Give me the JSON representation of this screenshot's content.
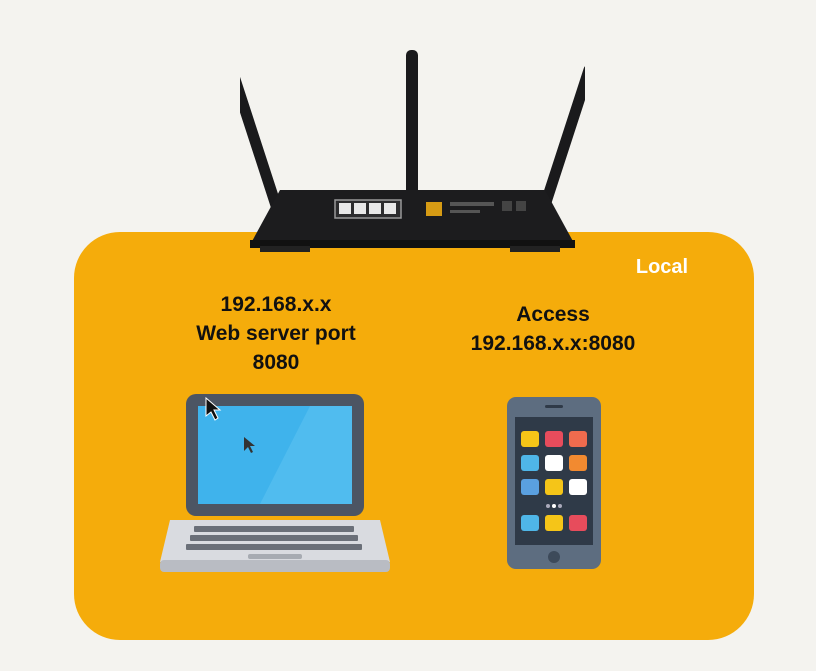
{
  "network": {
    "zone_label": "Local",
    "server": {
      "ip": "192.168.x.x",
      "description": "Web server port",
      "port": "8080"
    },
    "client": {
      "action": "Access",
      "address": "192.168.x.x:8080"
    }
  },
  "colors": {
    "background": "#f4f3ef",
    "local_zone": "#f5ac0b",
    "router": "#1c1c1e",
    "laptop_screen": "#3fb3ec",
    "phone_body": "#5d6d80"
  },
  "icons": [
    "router-icon",
    "laptop-icon",
    "smartphone-icon",
    "cursor-icon"
  ]
}
